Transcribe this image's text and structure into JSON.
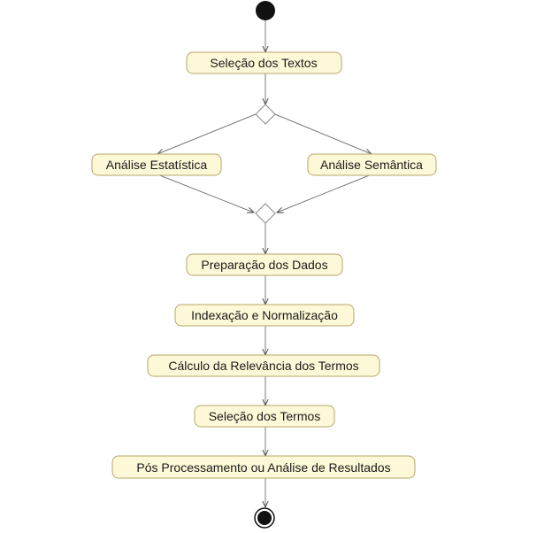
{
  "diagram": {
    "type": "activity",
    "nodes": {
      "selecao_textos": "Seleção dos Textos",
      "analise_estatistica": "Análise Estatística",
      "analise_semantica": "Análise Semântica",
      "preparacao_dados": "Preparação dos Dados",
      "indexacao": "Indexação e Normalização",
      "calculo_relevancia": "Cálculo da Relevância dos Termos",
      "selecao_termos": "Seleção dos Termos",
      "pos_processamento": "Pós Processamento ou Análise de Resultados"
    }
  }
}
